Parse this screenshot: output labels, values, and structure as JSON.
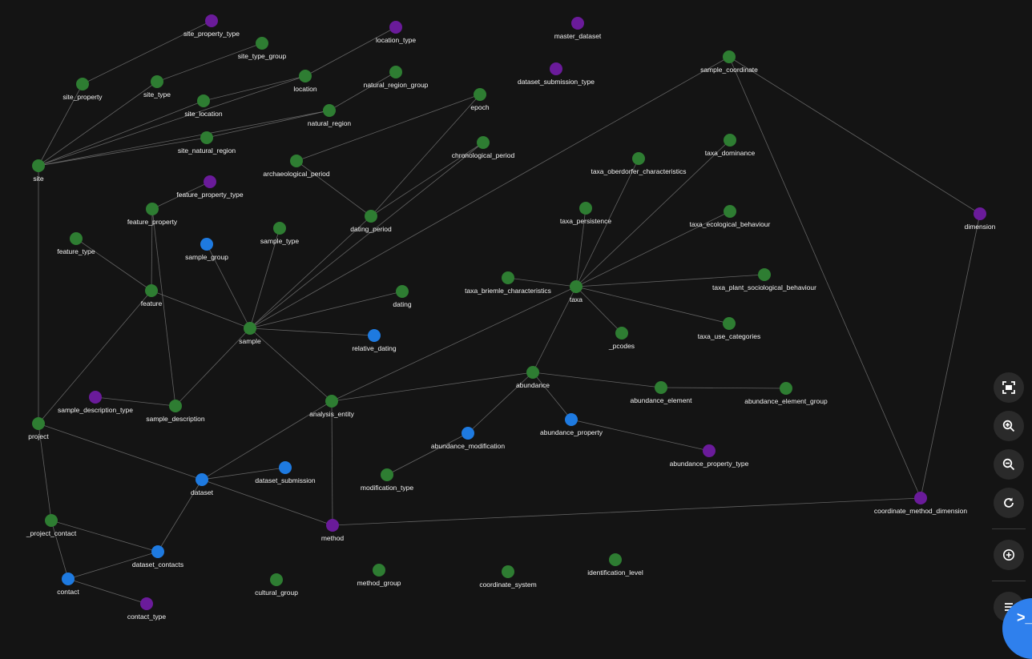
{
  "colors": {
    "background": "#141414",
    "table": "#2e7d32",
    "lookup": "#6a1b9a",
    "core": "#1e7ae0",
    "edge": "#7d7d7d"
  },
  "graph": {
    "nodes": [
      {
        "id": "site_property_type",
        "label": "site_property_type",
        "kind": "lookup"
      },
      {
        "id": "location_type",
        "label": "location_type",
        "kind": "lookup"
      },
      {
        "id": "master_dataset",
        "label": "master_dataset",
        "kind": "lookup"
      },
      {
        "id": "site_type_group",
        "label": "site_type_group",
        "kind": "table"
      },
      {
        "id": "dataset_submission_type",
        "label": "dataset_submission_type",
        "kind": "lookup"
      },
      {
        "id": "sample_coordinate",
        "label": "sample_coordinate",
        "kind": "table"
      },
      {
        "id": "site_property",
        "label": "site_property",
        "kind": "table"
      },
      {
        "id": "site_type",
        "label": "site_type",
        "kind": "table"
      },
      {
        "id": "location",
        "label": "location",
        "kind": "table"
      },
      {
        "id": "natural_region_group",
        "label": "natural_region_group",
        "kind": "table"
      },
      {
        "id": "epoch",
        "label": "epoch",
        "kind": "table"
      },
      {
        "id": "site_location",
        "label": "site_location",
        "kind": "table"
      },
      {
        "id": "natural_region",
        "label": "natural_region",
        "kind": "table"
      },
      {
        "id": "site_natural_region",
        "label": "site_natural_region",
        "kind": "table"
      },
      {
        "id": "chronological_period",
        "label": "chronological_period",
        "kind": "table"
      },
      {
        "id": "taxa_dominance",
        "label": "taxa_dominance",
        "kind": "table"
      },
      {
        "id": "site",
        "label": "site",
        "kind": "table"
      },
      {
        "id": "archaeological_period",
        "label": "archaeological_period",
        "kind": "table"
      },
      {
        "id": "taxa_oberdorfer_characteristics",
        "label": "taxa_oberdorfer_characteristics",
        "kind": "table"
      },
      {
        "id": "feature_property_type",
        "label": "feature_property_type",
        "kind": "lookup"
      },
      {
        "id": "feature_property",
        "label": "feature_property",
        "kind": "table"
      },
      {
        "id": "taxa_persistence",
        "label": "taxa_persistence",
        "kind": "table"
      },
      {
        "id": "taxa_ecological_behaviour",
        "label": "taxa_ecological_behaviour",
        "kind": "table"
      },
      {
        "id": "dating_period",
        "label": "dating_period",
        "kind": "table"
      },
      {
        "id": "dimension",
        "label": "dimension",
        "kind": "lookup"
      },
      {
        "id": "sample_type",
        "label": "sample_type",
        "kind": "table"
      },
      {
        "id": "feature_type",
        "label": "feature_type",
        "kind": "table"
      },
      {
        "id": "sample_group",
        "label": "sample_group",
        "kind": "core"
      },
      {
        "id": "taxa_briemle_characteristics",
        "label": "taxa_briemle_characteristics",
        "kind": "table"
      },
      {
        "id": "taxa_plant_sociological_behaviour",
        "label": "taxa_plant_sociological_behaviour",
        "kind": "table"
      },
      {
        "id": "taxa",
        "label": "taxa",
        "kind": "table"
      },
      {
        "id": "feature",
        "label": "feature",
        "kind": "table"
      },
      {
        "id": "dating",
        "label": "dating",
        "kind": "table"
      },
      {
        "id": "sample",
        "label": "sample",
        "kind": "table"
      },
      {
        "id": "taxa_use_categories",
        "label": "taxa_use_categories",
        "kind": "table"
      },
      {
        "id": "relative_dating",
        "label": "relative_dating",
        "kind": "core"
      },
      {
        "id": "_pcodes",
        "label": "_pcodes",
        "kind": "table"
      },
      {
        "id": "abundance",
        "label": "abundance",
        "kind": "table"
      },
      {
        "id": "abundance_element",
        "label": "abundance_element",
        "kind": "table"
      },
      {
        "id": "abundance_element_group",
        "label": "abundance_element_group",
        "kind": "table"
      },
      {
        "id": "sample_description_type",
        "label": "sample_description_type",
        "kind": "lookup"
      },
      {
        "id": "sample_description",
        "label": "sample_description",
        "kind": "table"
      },
      {
        "id": "analysis_entity",
        "label": "analysis_entity",
        "kind": "table"
      },
      {
        "id": "project",
        "label": "project",
        "kind": "table"
      },
      {
        "id": "abundance_property",
        "label": "abundance_property",
        "kind": "core"
      },
      {
        "id": "abundance_modification",
        "label": "abundance_modification",
        "kind": "core"
      },
      {
        "id": "abundance_property_type",
        "label": "abundance_property_type",
        "kind": "lookup"
      },
      {
        "id": "dataset_submission",
        "label": "dataset_submission",
        "kind": "core"
      },
      {
        "id": "modification_type",
        "label": "modification_type",
        "kind": "table"
      },
      {
        "id": "dataset",
        "label": "dataset",
        "kind": "core"
      },
      {
        "id": "coordinate_method_dimension",
        "label": "coordinate_method_dimension",
        "kind": "lookup"
      },
      {
        "id": "_project_contact",
        "label": "_project_contact",
        "kind": "table"
      },
      {
        "id": "method",
        "label": "method",
        "kind": "lookup"
      },
      {
        "id": "dataset_contacts",
        "label": "dataset_contacts",
        "kind": "core"
      },
      {
        "id": "identification_level",
        "label": "identification_level",
        "kind": "table"
      },
      {
        "id": "contact",
        "label": "contact",
        "kind": "core"
      },
      {
        "id": "method_group",
        "label": "method_group",
        "kind": "table"
      },
      {
        "id": "coordinate_system",
        "label": "coordinate_system",
        "kind": "table"
      },
      {
        "id": "cultural_group",
        "label": "cultural_group",
        "kind": "table"
      },
      {
        "id": "contact_type",
        "label": "contact_type",
        "kind": "lookup"
      }
    ],
    "edges": [
      [
        "site_property",
        "site_property_type"
      ],
      [
        "site_type",
        "site_type_group"
      ],
      [
        "location",
        "location_type"
      ],
      [
        "natural_region",
        "natural_region_group"
      ],
      [
        "site",
        "site_property"
      ],
      [
        "site",
        "site_type"
      ],
      [
        "site",
        "site_location"
      ],
      [
        "site_location",
        "location"
      ],
      [
        "site",
        "site_natural_region"
      ],
      [
        "site_natural_region",
        "natural_region"
      ],
      [
        "site",
        "location"
      ],
      [
        "site",
        "natural_region"
      ],
      [
        "site",
        "project"
      ],
      [
        "archaeological_period",
        "epoch"
      ],
      [
        "archaeological_period",
        "dating_period"
      ],
      [
        "dating_period",
        "chronological_period"
      ],
      [
        "dating_period",
        "epoch"
      ],
      [
        "sample",
        "dating_period"
      ],
      [
        "sample",
        "chronological_period"
      ],
      [
        "sample",
        "sample_coordinate"
      ],
      [
        "sample_coordinate",
        "dimension"
      ],
      [
        "sample_coordinate",
        "coordinate_method_dimension"
      ],
      [
        "dimension",
        "coordinate_method_dimension"
      ],
      [
        "feature_property",
        "feature_property_type"
      ],
      [
        "feature",
        "feature_property"
      ],
      [
        "feature",
        "feature_type"
      ],
      [
        "feature",
        "project"
      ],
      [
        "sample",
        "feature"
      ],
      [
        "sample",
        "sample_group"
      ],
      [
        "sample",
        "sample_type"
      ],
      [
        "sample",
        "dating"
      ],
      [
        "sample",
        "relative_dating"
      ],
      [
        "sample",
        "sample_description"
      ],
      [
        "sample",
        "analysis_entity"
      ],
      [
        "sample_description",
        "sample_description_type"
      ],
      [
        "sample_description",
        "feature_property"
      ],
      [
        "taxa",
        "taxa_oberdorfer_characteristics"
      ],
      [
        "taxa",
        "taxa_dominance"
      ],
      [
        "taxa",
        "taxa_persistence"
      ],
      [
        "taxa",
        "taxa_ecological_behaviour"
      ],
      [
        "taxa",
        "taxa_briemle_characteristics"
      ],
      [
        "taxa",
        "taxa_plant_sociological_behaviour"
      ],
      [
        "taxa",
        "taxa_use_categories"
      ],
      [
        "taxa",
        "_pcodes"
      ],
      [
        "abundance",
        "taxa"
      ],
      [
        "analysis_entity",
        "taxa"
      ],
      [
        "analysis_entity",
        "abundance"
      ],
      [
        "abundance",
        "abundance_element"
      ],
      [
        "abundance_element",
        "abundance_element_group"
      ],
      [
        "abundance",
        "abundance_property"
      ],
      [
        "abundance_property",
        "abundance_property_type"
      ],
      [
        "abundance",
        "abundance_modification"
      ],
      [
        "abundance_modification",
        "modification_type"
      ],
      [
        "analysis_entity",
        "method"
      ],
      [
        "analysis_entity",
        "dataset"
      ],
      [
        "dataset",
        "dataset_submission"
      ],
      [
        "dataset",
        "method"
      ],
      [
        "dataset",
        "project"
      ],
      [
        "dataset",
        "dataset_contacts"
      ],
      [
        "dataset_contacts",
        "contact"
      ],
      [
        "dataset_contacts",
        "_project_contact"
      ],
      [
        "_project_contact",
        "contact"
      ],
      [
        "contact",
        "contact_type"
      ],
      [
        "method",
        "coordinate_method_dimension"
      ],
      [
        "project",
        "_project_contact"
      ]
    ]
  },
  "toolbar": {
    "buttons": [
      {
        "name": "fit-view-button",
        "icon": "fit-view-icon"
      },
      {
        "name": "zoom-in-button",
        "icon": "zoom-in-icon"
      },
      {
        "name": "zoom-out-button",
        "icon": "zoom-out-icon"
      },
      {
        "name": "reset-button",
        "icon": "refresh-icon"
      },
      {
        "name": "add-button",
        "icon": "add-circle-icon"
      },
      {
        "name": "more-button",
        "icon": "menu-icon"
      }
    ]
  },
  "fab": {
    "label": ">_",
    "icon": "terminal-icon"
  }
}
